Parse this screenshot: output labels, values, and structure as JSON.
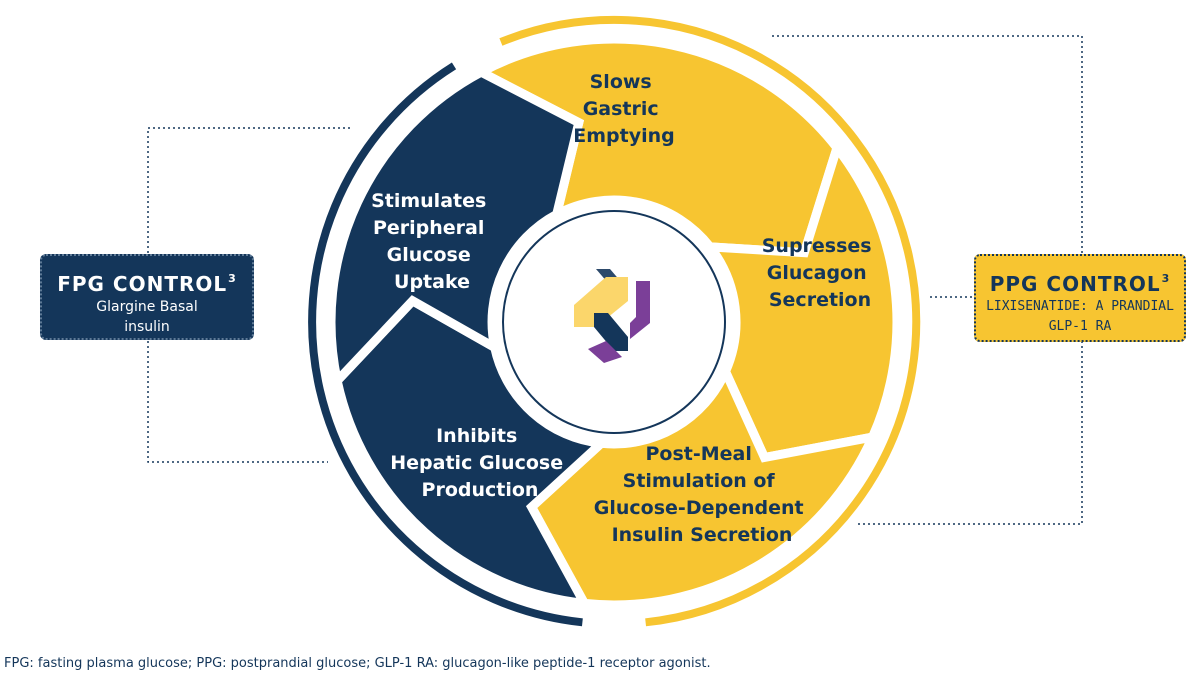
{
  "colors": {
    "navy": "#14365a",
    "yellow": "#f7c531",
    "purple": "#7b3f98",
    "light_yellow": "#fbd66b",
    "slate": "#2d4a6b"
  },
  "segments": {
    "slows_gastric": [
      "Slows",
      "Gastric",
      "Emptying"
    ],
    "suppresses_glucagon": [
      "Supresses",
      "Glucagon",
      "Secretion"
    ],
    "post_meal": [
      "Post-Meal",
      "Stimulation of",
      "Glucose-Dependent",
      "Insulin Secretion"
    ],
    "inhibits_hepatic": [
      "Inhibits",
      "Hepatic Glucose",
      "Production"
    ],
    "stimulates_peripheral": [
      "Stimulates",
      "Peripheral",
      "Glucose",
      "Uptake"
    ]
  },
  "fpg_box": {
    "title": "FPG CONTROL",
    "superscript": "3",
    "subtitle_line1": "Glargine Basal",
    "subtitle_line2": "insulin"
  },
  "ppg_box": {
    "title": "PPG CONTROL",
    "superscript": "3",
    "subtitle_line1": "LIXISENATIDE: A PRANDIAL",
    "subtitle_line2": "GLP-1 RA"
  },
  "center_logo": "logo-icon",
  "footnote": "FPG: fasting plasma glucose; PPG: postprandial glucose; GLP-1 RA: glucagon-like peptide-1 receptor agonist."
}
